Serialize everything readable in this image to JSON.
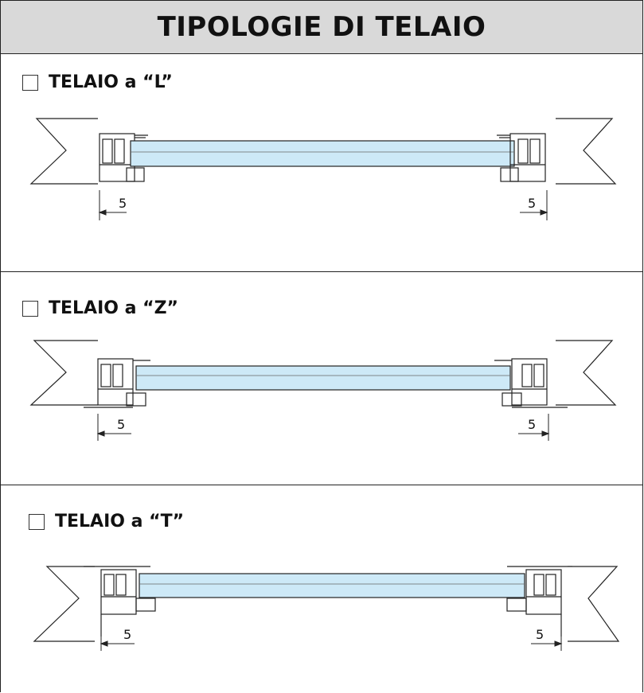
{
  "header": {
    "title": "TIPOLOGIE DI TELAIO"
  },
  "options": [
    {
      "label": "TELAIO a “L”",
      "left_dim": "5",
      "right_dim": "5"
    },
    {
      "label": "TELAIO a “Z”",
      "left_dim": "5",
      "right_dim": "5"
    },
    {
      "label": "TELAIO a “T”",
      "left_dim": "5",
      "right_dim": "5"
    }
  ],
  "colors": {
    "glass": "#cde9f7",
    "header_bg": "#d9d9d9",
    "line": "#222222"
  }
}
